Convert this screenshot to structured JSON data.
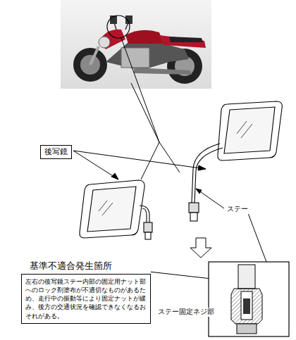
{
  "diagram": {
    "nodes": [
      {
        "text": [
          "後写鏡"
        ]
      },
      {
        "text": [
          "基準不適合発生箇所",
          "左右の後写鏡ステー内部の固定用ナット部へのロック剤塗布が不適切なものがあるため、走行中の振動等により固定ナットが緩み、後方の交通状況を確認できなくなるおそれがある。"
        ]
      }
    ],
    "labels": [
      "ステー",
      "ステー固定ネジ部"
    ]
  }
}
